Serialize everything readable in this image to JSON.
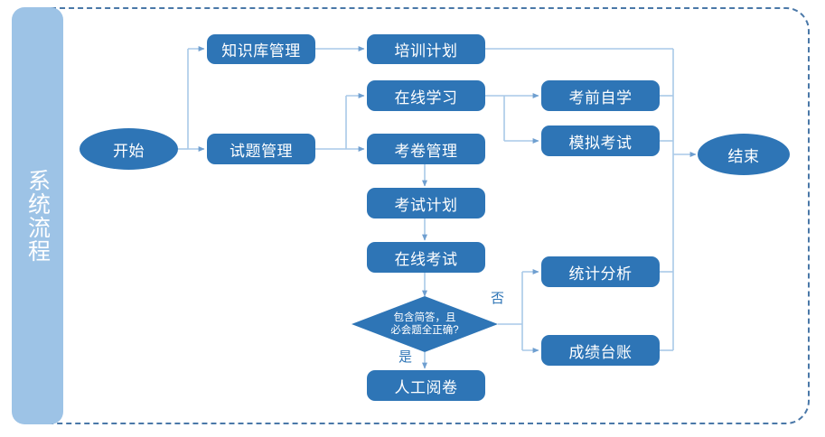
{
  "diagram": {
    "title": "系统流程",
    "banner_label": "系统流程",
    "colors": {
      "node_fill": "#2e75b6",
      "banner_fill": "#9dc3e6",
      "frame_border": "#4a78a8",
      "connector": "#9dc3e6",
      "text": "#ffffff",
      "label_text": "#2e75b6"
    },
    "nodes": {
      "start": {
        "label": "开始",
        "type": "terminator"
      },
      "kb_manage": {
        "label": "知识库管理",
        "type": "process"
      },
      "question_manage": {
        "label": "试题管理",
        "type": "process"
      },
      "training_plan": {
        "label": "培训计划",
        "type": "process"
      },
      "online_study": {
        "label": "在线学习",
        "type": "process"
      },
      "paper_manage": {
        "label": "考卷管理",
        "type": "process"
      },
      "exam_plan": {
        "label": "考试计划",
        "type": "process"
      },
      "online_exam": {
        "label": "在线考试",
        "type": "process"
      },
      "decision": {
        "label": "包含简答，且\n必会题全正确?",
        "type": "decision"
      },
      "manual_grade": {
        "label": "人工阅卷",
        "type": "process"
      },
      "pre_exam_study": {
        "label": "考前自学",
        "type": "process"
      },
      "mock_exam": {
        "label": "模拟考试",
        "type": "process"
      },
      "stat_analysis": {
        "label": "统计分析",
        "type": "process"
      },
      "score_ledger": {
        "label": "成绩台账",
        "type": "process"
      },
      "end": {
        "label": "结束",
        "type": "terminator"
      }
    },
    "edge_labels": {
      "decision_no": "否",
      "decision_yes": "是"
    }
  }
}
